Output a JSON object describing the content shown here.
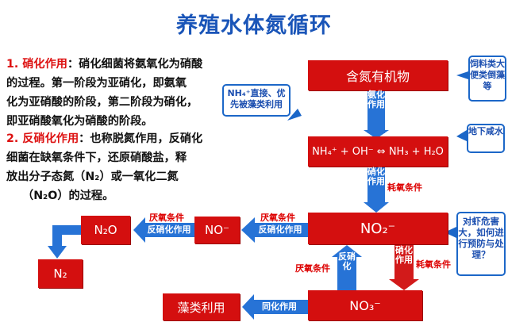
{
  "title": "养殖水体氮循环",
  "left_text": {
    "p1_num": "1.",
    "p1_term": "硝化作用",
    "p1_line1": "：硝化细菌将氨氧化为硝酸",
    "p1_line2": "的过程。第一阶段为亚硝化，即氨氧",
    "p1_line3": "化为亚硝酸的阶段，第二阶段为硝化，",
    "p1_line4": "即亚硝酸氧化为硝酸的阶段。",
    "p2_num": "2.",
    "p2_term": "反硝化作用",
    "p2_line1": "：也称脱氮作用，反硝化",
    "p2_line2": "细菌在缺氧条件下，还原硝酸盐，释",
    "p2_line3": "放出分子态氮（N₂）或一氧化二氮",
    "p2_line4": "（N₂O）的过程。"
  },
  "nodes": {
    "organic": "含氮有机物",
    "ammonia": "NH₄⁺ + OH⁻ ⇔ NH₃ + H₂O",
    "nitrite": "NO₂⁻",
    "nitrate": "NO₃⁻",
    "no": "NO⁻",
    "n2o": "N₂O",
    "n2": "N₂",
    "algae": "藻类利用"
  },
  "callouts": {
    "feed": "饲料类大便类倒藻等",
    "nh4_direct": "NH₄⁺直接、优先被藻类利用",
    "groundwater": "地下咸水",
    "shrimp": "对虾危害大，如何进行预防与处理？"
  },
  "arrows": {
    "ammonification": "氨化作用",
    "nitrification1": "硝化作用",
    "oxygen_consuming1": "耗氧条件",
    "nitrification2": "硝化作用",
    "oxygen_consuming2": "耗氧条件",
    "denitrification_up": "反硝化",
    "anaerobic_up": "厌氧条件",
    "anaerobic1": "厌氧条件",
    "denitrify1": "反硝化作用",
    "anaerobic2": "厌氧条件",
    "denitrify2": "反硝化作用",
    "assimilation": "同化作用"
  },
  "colors": {
    "red": "#d40f0f",
    "blue": "#1c67c8",
    "title": "#1a55b8"
  }
}
